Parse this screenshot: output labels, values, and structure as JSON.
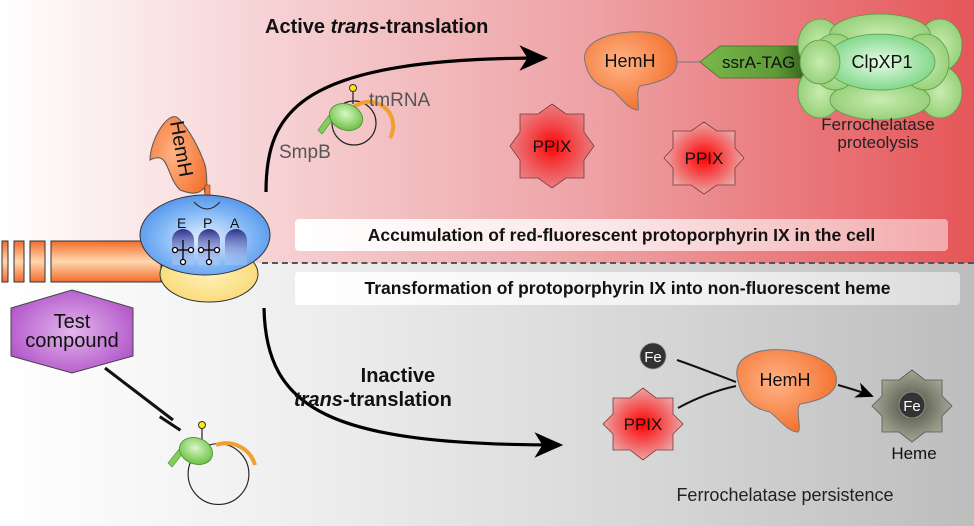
{
  "figure": {
    "top_panel": {
      "title_prefix": "Active ",
      "title_italic": "trans",
      "title_suffix": "-translation",
      "banner": "Accumulation of red-fluorescent protoporphyrin IX in the cell",
      "tmrna_label": "tmRNA",
      "smpb_label": "SmpB",
      "hemh_label": "HemH",
      "tag_label": "ssrA-TAG",
      "protease_label": "ClpXP1",
      "ppix_label": "PPIX",
      "outcome_line1": "Ferrochelatase",
      "outcome_line2": "proteolysis"
    },
    "bottom_panel": {
      "banner": "Transformation of protoporphyrin IX into non-fluorescent heme",
      "title_line1": "Inactive",
      "title_italic": "trans",
      "title_suffix": "-translation",
      "fe_label": "Fe",
      "ppix_label": "PPIX",
      "hemh_label": "HemH",
      "heme_label": "Heme",
      "outcome": "Ferrochelatase persistence"
    },
    "ribosome": {
      "hemh_label": "HemH",
      "sites": [
        "E",
        "P",
        "A"
      ]
    },
    "test_compound": {
      "line1": "Test",
      "line2": "compound"
    },
    "colors": {
      "top_accent": "#e55659",
      "hemh": "#f47b3c",
      "ribosome_large": "#5aa0f0",
      "ribosome_small": "#fde38a",
      "compound": "#b65cc9",
      "smpb": "#7fcf5a",
      "tmrna_arc": "#f0a030",
      "ppix": "#e8262a",
      "heme": "#8e9080"
    }
  }
}
